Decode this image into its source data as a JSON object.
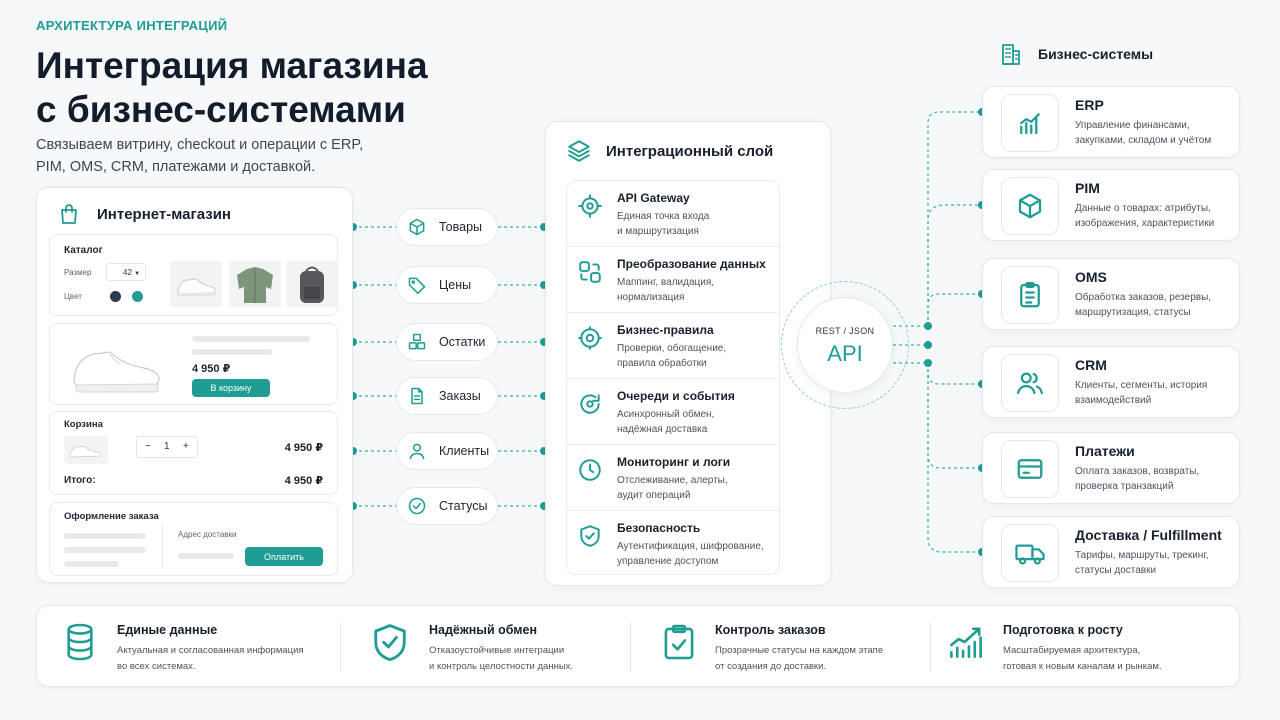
{
  "header": {
    "eyebrow": "АРХИТЕКТУРА ИНТЕГРАЦИЙ",
    "title_line1": "Интеграция магазина",
    "title_line2": "с бизнес-системами",
    "subtitle_line1": "Связываем витрину, checkout и операции с ERP,",
    "subtitle_line2": "PIM, OMS, CRM, платежами и доставкой."
  },
  "store": {
    "title": "Интернет-магазин",
    "catalog": {
      "title": "Каталог",
      "size_label": "Размер",
      "size_value": "42",
      "color_label": "Цвет"
    },
    "product": {
      "price": "4 950 ₽",
      "cart_button": "В корзину"
    },
    "cart": {
      "title": "Корзина",
      "minus": "−",
      "qty": "1",
      "plus": "+",
      "line_price": "4 950 ₽",
      "total_label": "Итого:",
      "total_value": "4 950 ₽"
    },
    "checkout": {
      "title": "Оформление заказа",
      "address_label": "Адрес доставки",
      "pay_button": "Оплатить"
    }
  },
  "flows": [
    {
      "label": "Товары",
      "icon": "cube-icon"
    },
    {
      "label": "Цены",
      "icon": "tag-icon"
    },
    {
      "label": "Остатки",
      "icon": "boxes-icon"
    },
    {
      "label": "Заказы",
      "icon": "document-icon"
    },
    {
      "label": "Клиенты",
      "icon": "user-icon"
    },
    {
      "label": "Статусы",
      "icon": "check-circle-icon"
    }
  ],
  "layer": {
    "title": "Интеграционный слой",
    "items": [
      {
        "title": "API Gateway",
        "desc1": "Единая точка входа",
        "desc2": "и маршрутизация",
        "icon": "crosshair-icon"
      },
      {
        "title": "Преобразование данных",
        "desc1": "Маппинг, валидация,",
        "desc2": "нормализация",
        "icon": "transform-icon"
      },
      {
        "title": "Бизнес-правила",
        "desc1": "Проверки, обогащение,",
        "desc2": "правила обработки",
        "icon": "gear-icon"
      },
      {
        "title": "Очереди и события",
        "desc1": "Асинхронный обмен,",
        "desc2": "надёжная доставка",
        "icon": "queue-icon"
      },
      {
        "title": "Мониторинг и логи",
        "desc1": "Отслеживание, алерты,",
        "desc2": "аудит операций",
        "icon": "clock-icon"
      },
      {
        "title": "Безопасность",
        "desc1": "Аутентификация, шифрование,",
        "desc2": "управление доступом",
        "icon": "shield-check-icon"
      }
    ]
  },
  "api": {
    "protocol": "REST / JSON",
    "label": "API"
  },
  "systems": {
    "title": "Бизнес-системы",
    "items": [
      {
        "title": "ERP",
        "desc1": "Управление финансами,",
        "desc2": "закупками, складом и учётом",
        "icon": "bar-chart-icon"
      },
      {
        "title": "PIM",
        "desc1": "Данные о товарах: атрибуты,",
        "desc2": "изображения, характеристики",
        "icon": "cube-icon"
      },
      {
        "title": "OMS",
        "desc1": "Обработка заказов, резервы,",
        "desc2": "маршрутизация, статусы",
        "icon": "clipboard-list-icon"
      },
      {
        "title": "CRM",
        "desc1": "Клиенты, сегменты, история",
        "desc2": "взаимодействий",
        "icon": "users-icon"
      },
      {
        "title": "Платежи",
        "desc1": "Оплата заказов, возвраты,",
        "desc2": "проверка транзакций",
        "icon": "credit-card-icon"
      },
      {
        "title": "Доставка / Fulfillment",
        "desc1": "Тарифы, маршруты, трекинг,",
        "desc2": "статусы доставки",
        "icon": "truck-icon"
      }
    ]
  },
  "benefits": [
    {
      "title": "Единые данные",
      "desc1": "Актуальная и согласованная информация",
      "desc2": "во всех системах.",
      "icon": "database-icon"
    },
    {
      "title": "Надёжный обмен",
      "desc1": "Отказоустойчивые интеграции",
      "desc2": "и контроль целостности данных.",
      "icon": "shield-check-icon"
    },
    {
      "title": "Контроль заказов",
      "desc1": "Прозрачные статусы на каждом этапе",
      "desc2": "от создания до доставки.",
      "icon": "clipboard-check-icon"
    },
    {
      "title": "Подготовка к росту",
      "desc1": "Масштабируемая архитектура,",
      "desc2": "готовая к новым каналам и рынкам.",
      "icon": "growth-chart-icon"
    }
  ],
  "colors": {
    "accent": "#1f9c94",
    "text": "#17212e",
    "muted": "#4a5562",
    "background": "#f6f8f9"
  }
}
